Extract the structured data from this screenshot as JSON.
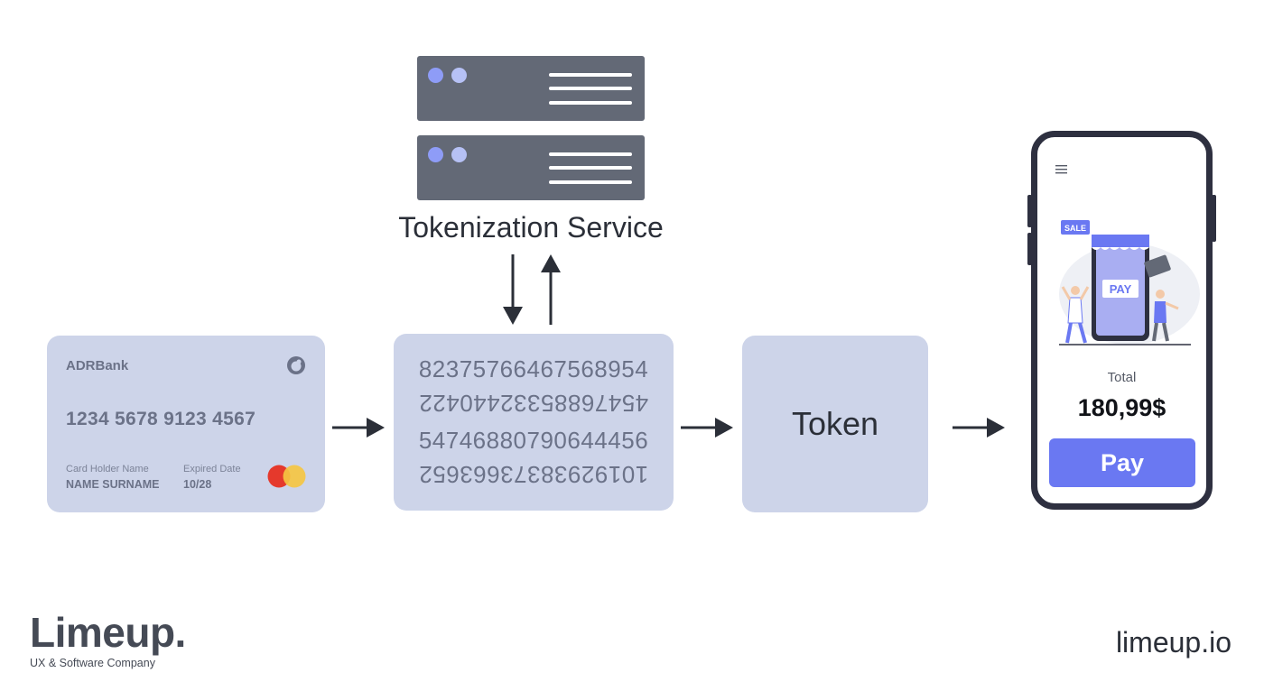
{
  "service": {
    "title": "Tokenization Service"
  },
  "card": {
    "bank": "ADRBank",
    "number": "1234 5678 9123 4567",
    "holder_label": "Card Holder Name",
    "holder_value": "NAME SURNAME",
    "expiry_label": "Expired Date",
    "expiry_value": "10/28",
    "icons": [
      "bank-chip-icon",
      "mastercard-icon"
    ]
  },
  "tokenized": {
    "rows": [
      {
        "text": "82375766467568954",
        "flipped": false
      },
      {
        "text": "45476885332440422",
        "flipped": true
      },
      {
        "text": "54746880790644456",
        "flipped": false
      },
      {
        "text": "10192938373663652",
        "flipped": true
      }
    ]
  },
  "token": {
    "label": "Token"
  },
  "phone": {
    "menu_icon": "hamburger-menu-icon",
    "illustration": {
      "sale_badge": "SALE",
      "pay_sign": "PAY"
    },
    "total_label": "Total",
    "total_value": "180,99$",
    "pay_button": "Pay"
  },
  "branding": {
    "logo": "Limeup.",
    "tagline": "UX & Software Company",
    "site": "limeup.io"
  },
  "colors": {
    "box_fill": "#cdd4e9",
    "server_fill": "#636976",
    "accent": "#6a78f2",
    "text_dark": "#2b2f38",
    "text_muted": "#6b7288"
  }
}
